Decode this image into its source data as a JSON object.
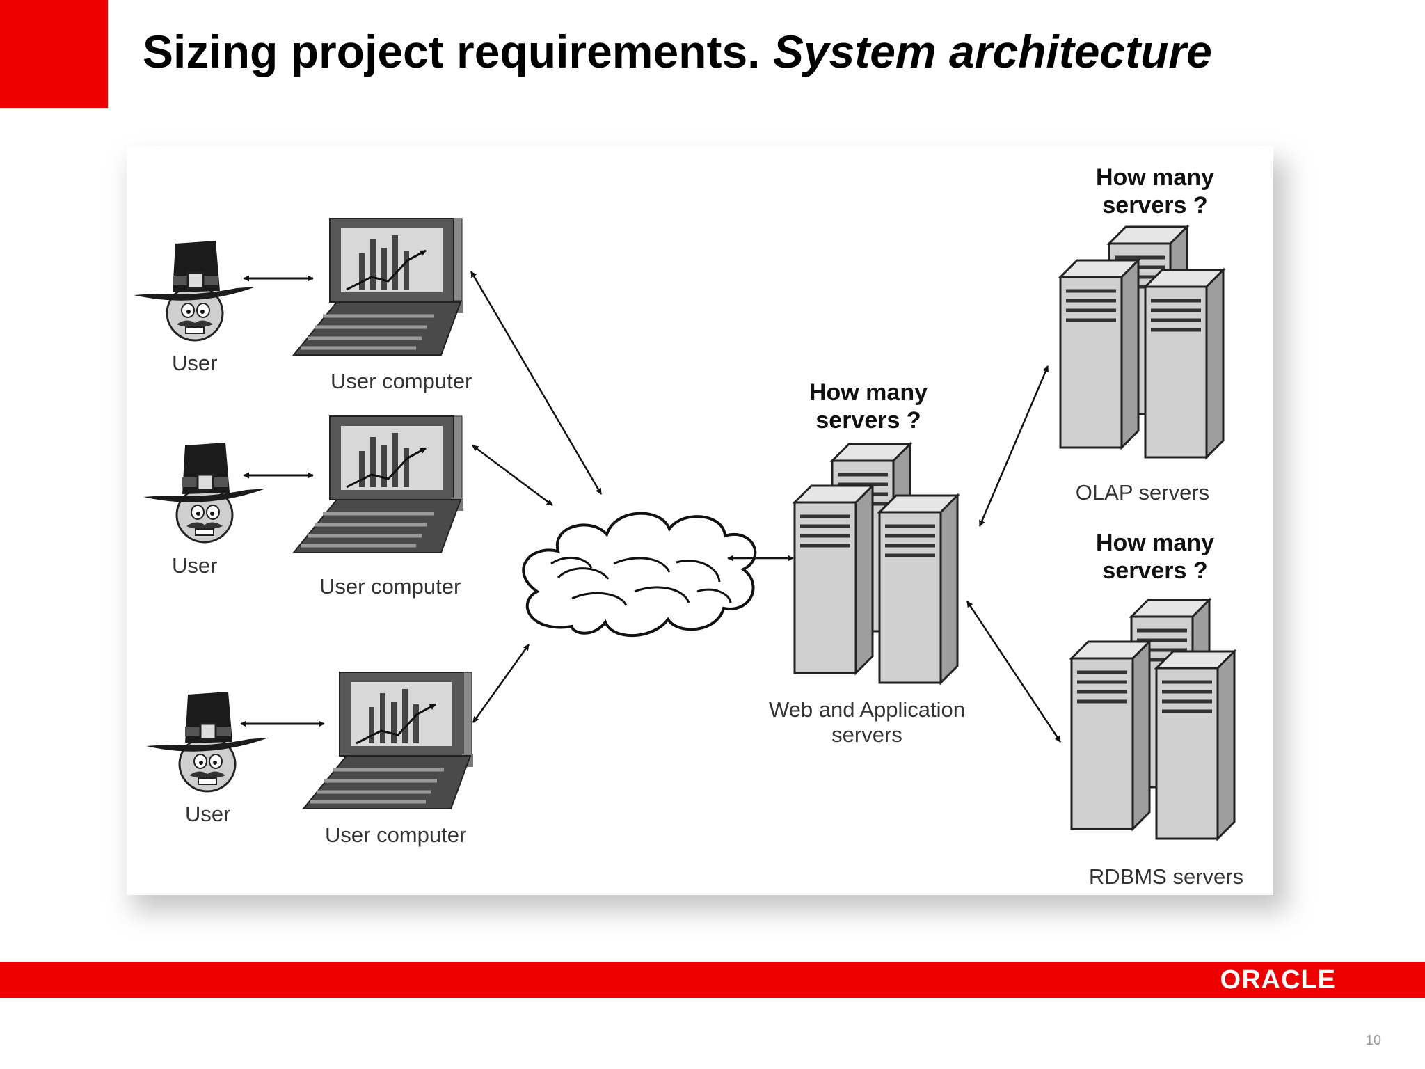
{
  "slide": {
    "title_main": "Sizing project requirements. ",
    "title_italic": "System architecture",
    "page_number": "10",
    "logo_text": "ORACLE",
    "accent_color": "#ee0000"
  },
  "diagram": {
    "user_label": "User",
    "computer_label": "User  computer",
    "question_line1": "How many",
    "question_line2": "servers  ?",
    "web_label_line1": "Web and Application",
    "web_label_line2": "servers",
    "olap_label": "OLAP servers",
    "rdbms_label": "RDBMS servers"
  }
}
